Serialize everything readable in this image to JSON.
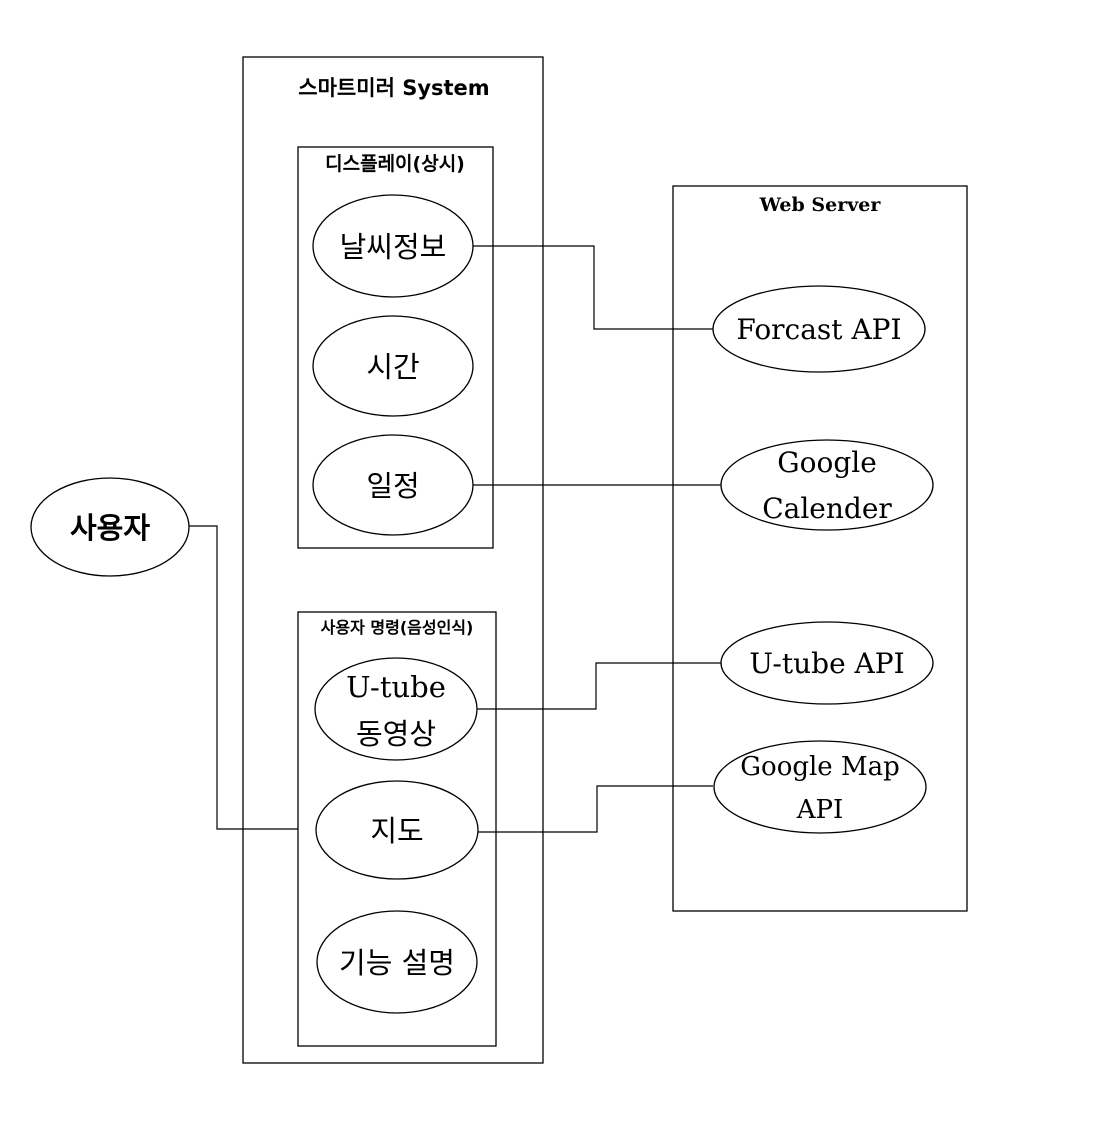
{
  "actor": {
    "label": "사용자"
  },
  "system": {
    "title": "스마트미러 System"
  },
  "display_group": {
    "title": "디스플레이(상시)",
    "items": [
      {
        "label": "날씨정보"
      },
      {
        "label": "시간"
      },
      {
        "label": "일정"
      }
    ]
  },
  "voice_group": {
    "title": "사용자 명령(음성인식)",
    "items": [
      {
        "line1": "U-tube",
        "line2": "동영상"
      },
      {
        "label": "지도"
      },
      {
        "label": "기능 설명"
      }
    ]
  },
  "web_server": {
    "title": "Web Server",
    "apis": [
      {
        "label": "Forcast API"
      },
      {
        "line1": "Google",
        "line2": "Calender"
      },
      {
        "label": "U-tube API"
      },
      {
        "line1": "Google Map",
        "line2": "API"
      }
    ]
  }
}
